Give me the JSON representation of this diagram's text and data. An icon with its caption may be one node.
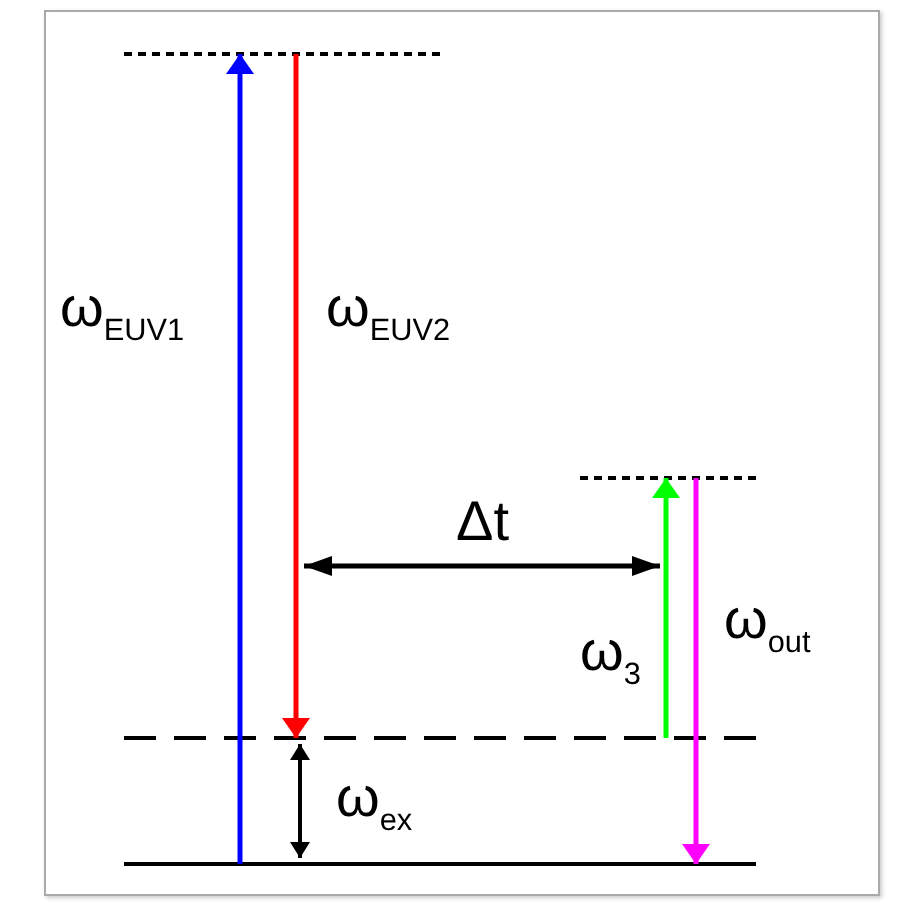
{
  "diagram": {
    "nodes": [
      {
        "text": [],
        "shape": "line"
      },
      {
        "text": [],
        "shape": "line"
      },
      {
        "text": [],
        "shape": "line"
      },
      {
        "text": [],
        "shape": "line"
      }
    ],
    "edges": [
      {
        "from": 2,
        "to": 0,
        "arrow": "to",
        "label": "ω$_{EUV1}$",
        "color": "#0000ff"
      },
      {
        "from": 0,
        "to": 1,
        "arrow": "to",
        "label": "ω$_{EUV2}$",
        "color": "#ff0000"
      },
      {
        "from": 1,
        "to": 3,
        "arrow": "to",
        "label": "ω$_{3}$",
        "color": "#00ff00"
      },
      {
        "from": 3,
        "to": 2,
        "arrow": "to",
        "label": "ω$_{out}$",
        "color": "#ff00ff"
      },
      {
        "from": 1,
        "to": 2,
        "arrow": "both",
        "label": "ω$_{ex}$",
        "color": "#000000"
      }
    ],
    "labels": [
      "Δt"
    ]
  }
}
